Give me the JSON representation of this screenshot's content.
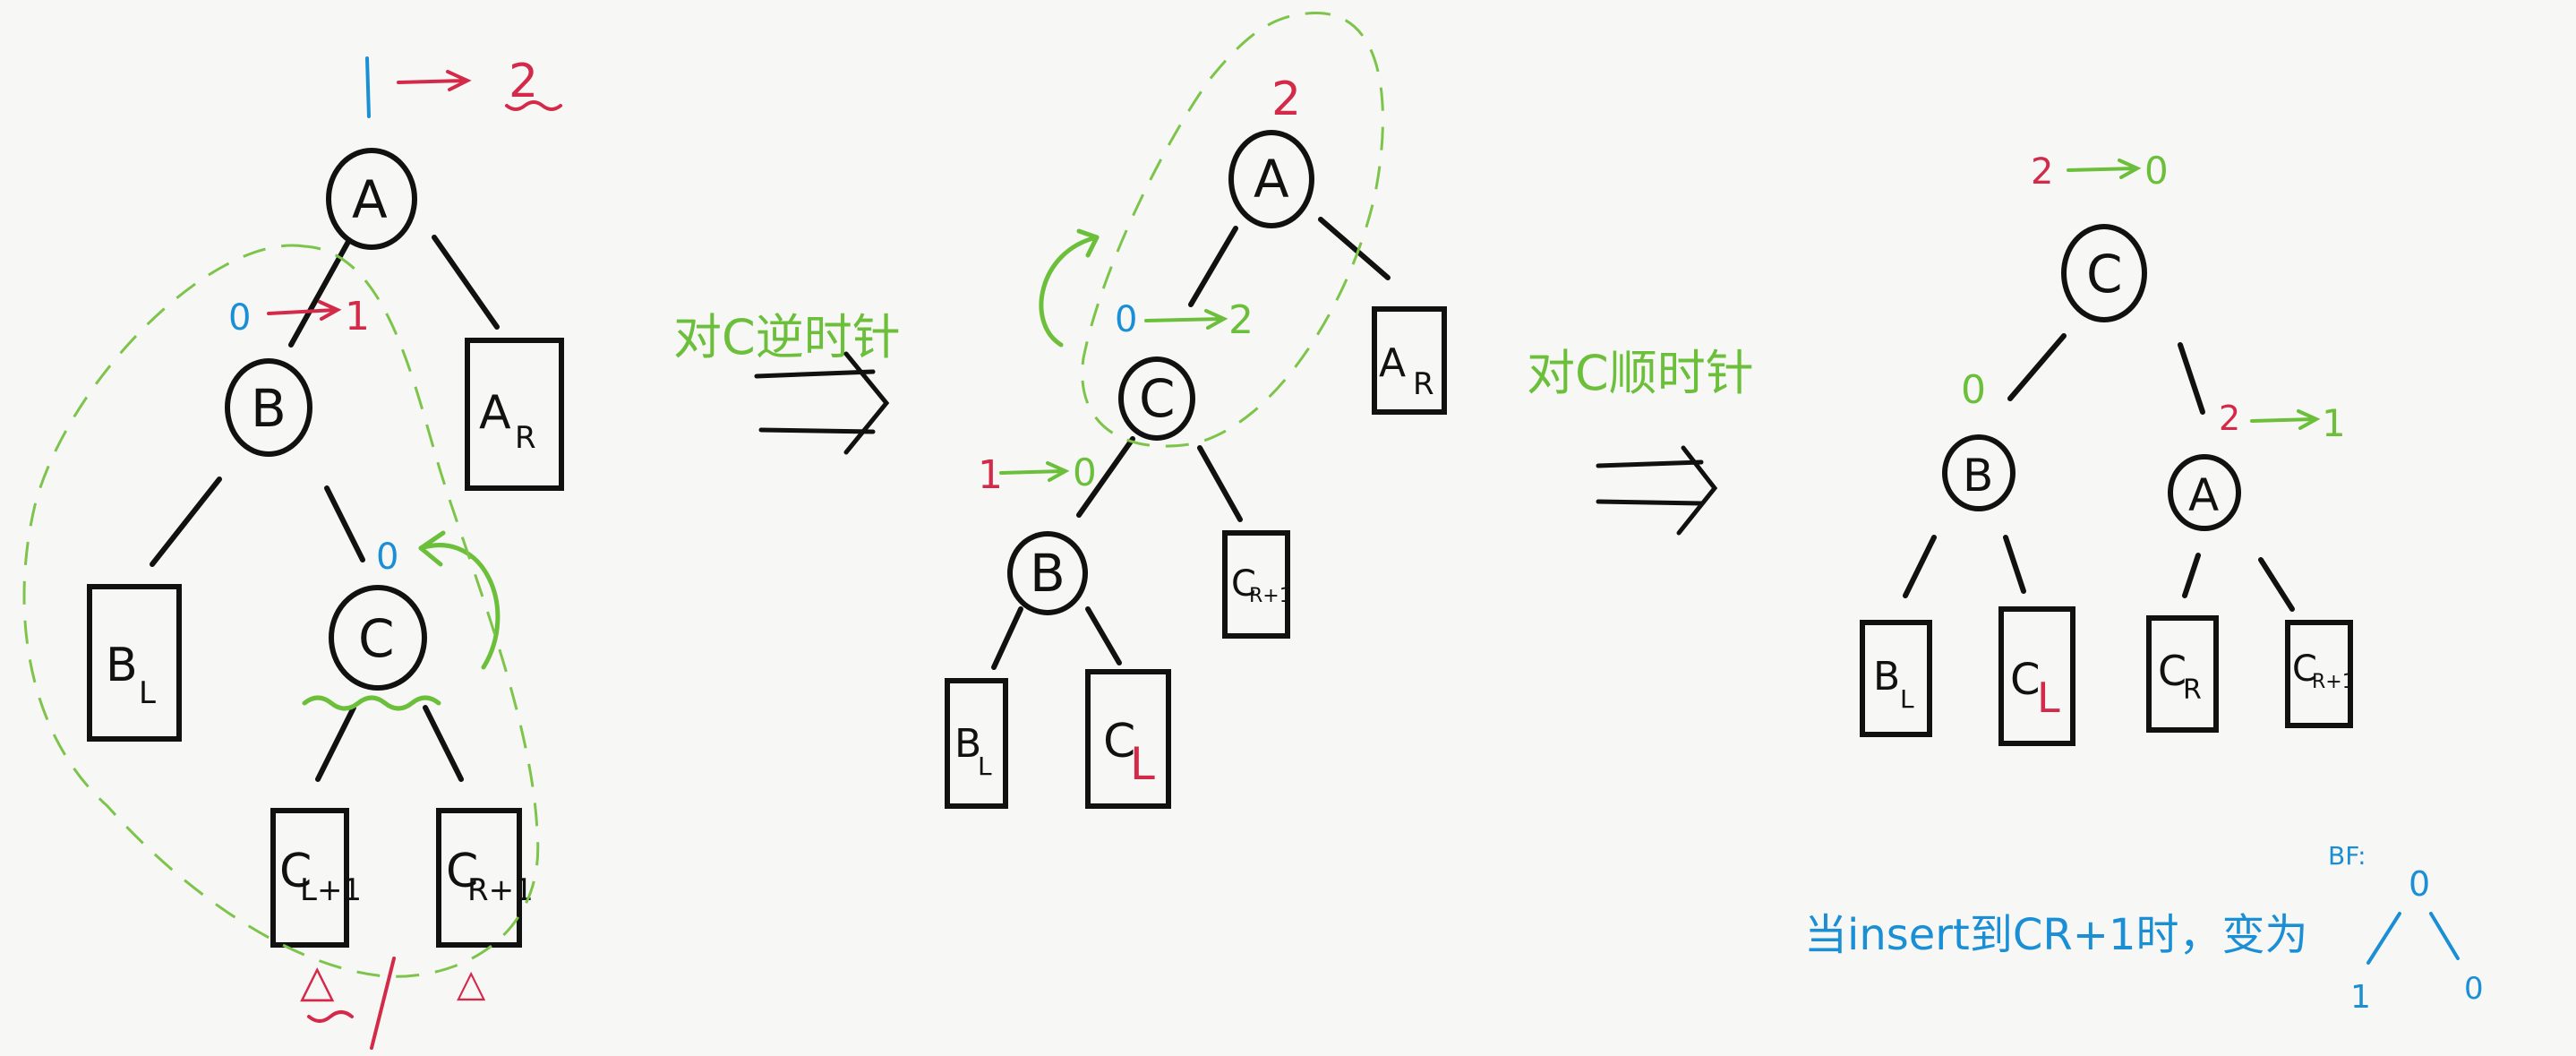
{
  "tree1": {
    "root_bf": "1",
    "root_bf_new": "2",
    "node_a": "A",
    "node_b": "B",
    "node_c": "C",
    "box_ar": {
      "main": "A",
      "sub": "R"
    },
    "box_bl": {
      "main": "B",
      "sub": "L"
    },
    "box_cl1": {
      "main": "C",
      "sub": "L+1"
    },
    "box_cr1": {
      "main": "C",
      "sub": "R+1"
    },
    "b_bf_old": "0",
    "b_bf_new": "1",
    "c_bf": "0",
    "triangle_left": "△",
    "triangle_right": "△"
  },
  "step1": {
    "label": "对C逆时针",
    "arrow": "⟹"
  },
  "tree2": {
    "root_bf": "2",
    "node_a": "A",
    "node_c": "C",
    "node_b": "B",
    "box_ar": {
      "main": "A",
      "sub": "R"
    },
    "box_cr1": {
      "main": "C",
      "sub": "R+1"
    },
    "box_bl": {
      "main": "B",
      "sub": "L"
    },
    "box_cl": {
      "main": "C",
      "sub": "L"
    },
    "c_bf_old": "0",
    "c_bf_new": "2",
    "b_bf_old": "1",
    "b_bf_new": "0"
  },
  "step2": {
    "label": "对C顺时针",
    "arrow": "⟹"
  },
  "tree3": {
    "root_bf_old": "2",
    "root_bf_new": "0",
    "node_c": "C",
    "node_b": "B",
    "node_a": "A",
    "b_bf": "0",
    "a_bf_old": "2",
    "a_bf_new": "1",
    "box_bl": {
      "main": "B",
      "sub": "L"
    },
    "box_cl": {
      "main": "C",
      "sub": "L"
    },
    "box_cr": {
      "main": "C",
      "sub": "R"
    },
    "box_cr1": {
      "main": "C",
      "sub": "R+1"
    }
  },
  "note": {
    "text": "当insert到CR+1时，变为",
    "bf_label": "BF:",
    "bf_root": "0",
    "bf_left": "1",
    "bf_right": "0"
  }
}
